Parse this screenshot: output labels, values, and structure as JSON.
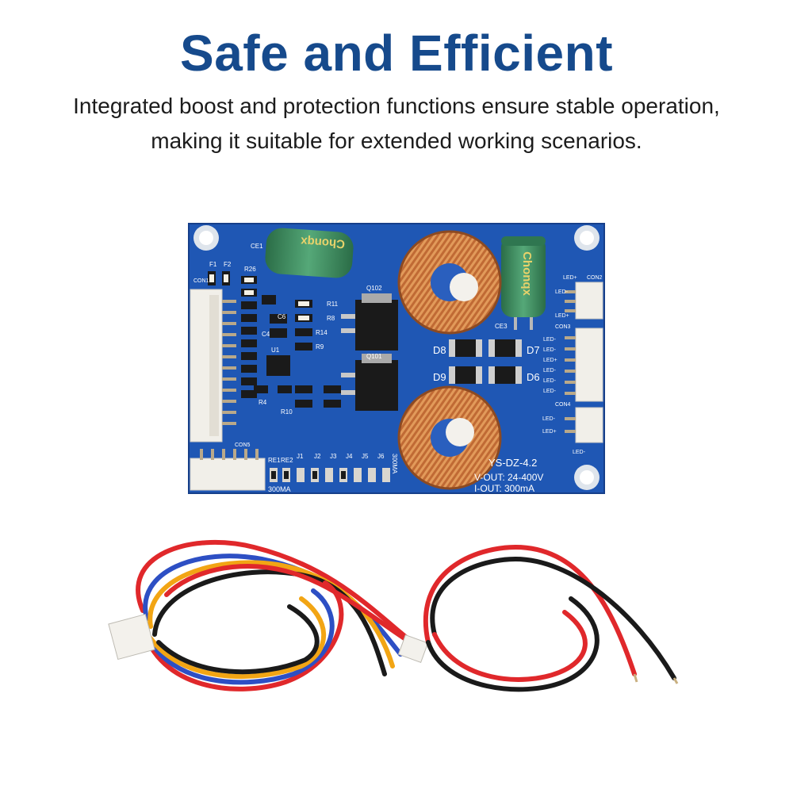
{
  "hero": {
    "title": "Safe and Efficient",
    "description": "Integrated boost and protection functions ensure stable operation, making it suitable for extended working scenarios."
  },
  "board": {
    "model": "YS-DZ-4.2",
    "v_out": "V-OUT: 24-400V",
    "i_out": "I-OUT: 300mA",
    "current_setting": "300MA",
    "current_setting_right": "300MA",
    "capacitor_brand": "Chonqx",
    "capacitor_left_label": "CE1",
    "capacitor_right_label": "CE3",
    "fuse_labels": [
      "F1",
      "F2"
    ],
    "connector_labels": [
      "CON1",
      "CON2",
      "CON3",
      "CON4",
      "CON5"
    ],
    "transistor_labels": [
      "Q102",
      "Q101"
    ],
    "diode_labels": [
      "D8",
      "D7",
      "D9",
      "D6"
    ],
    "jumper_labels": [
      "RE1",
      "RE2",
      "J1",
      "J2",
      "J3",
      "J4",
      "J5",
      "J6"
    ],
    "led_pins_con2": [
      "LED+",
      "LED-",
      "LED+"
    ],
    "led_pins_con3": [
      "LED-",
      "LED-",
      "LED+",
      "LED-",
      "LED-",
      "LED-"
    ],
    "led_pins_con4": [
      "LED-",
      "LED+"
    ],
    "led_pins_bottom": [
      "LED-"
    ],
    "resistor_labels": [
      "R26",
      "R11",
      "R8",
      "R14",
      "R9",
      "R10",
      "R4",
      "C6",
      "C4",
      "U1"
    ],
    "colors": {
      "pcb": "#1f57b4",
      "pcb_dark": "#163f8a",
      "copper": "#c56d3a",
      "capacitor": "#3d8c5e",
      "connector": "#f3f1ec",
      "wire_red": "#e0282b",
      "wire_black": "#1a1a1a",
      "wire_blue": "#2d4fc4",
      "wire_yellow": "#f2a514"
    }
  },
  "cables": {
    "left_colors": [
      "wire-red",
      "wire-blue",
      "wire-yellow",
      "wire-black",
      "wire-red"
    ],
    "right_colors": [
      "wire-red",
      "wire-black"
    ]
  }
}
